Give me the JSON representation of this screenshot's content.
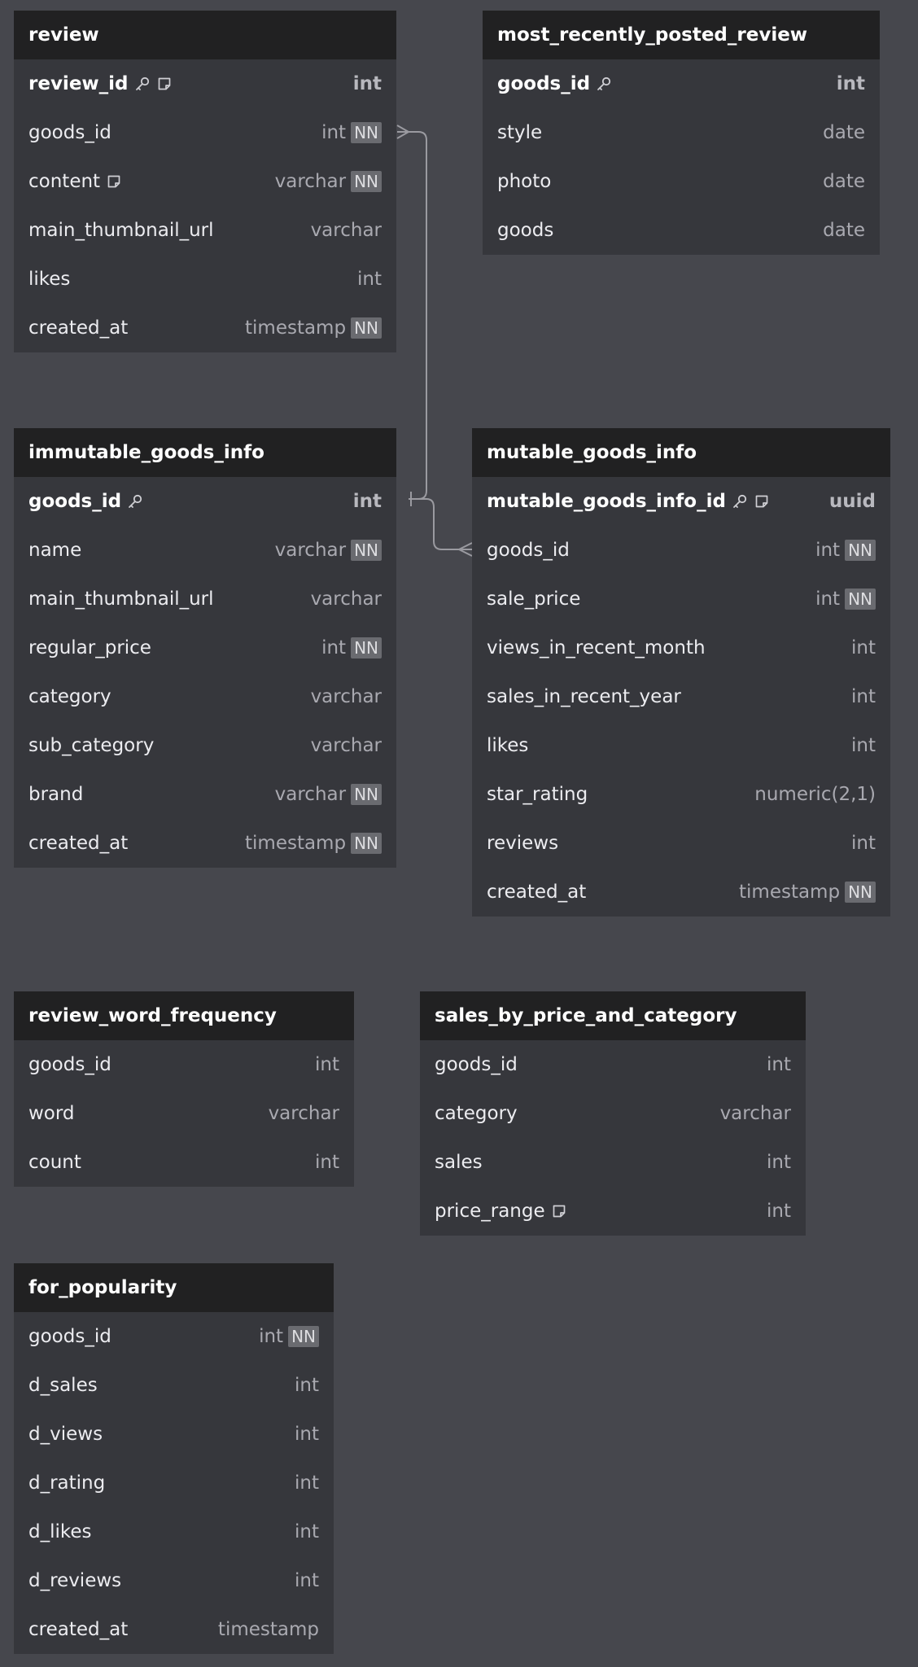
{
  "tables": [
    {
      "id": "review",
      "name": "review",
      "columns": [
        {
          "name": "review_id",
          "type": "int",
          "pk": true,
          "note": true
        },
        {
          "name": "goods_id",
          "type": "int",
          "nn": "NN"
        },
        {
          "name": "content",
          "type": "varchar",
          "nn": "NN",
          "note": true
        },
        {
          "name": "main_thumbnail_url",
          "type": "varchar"
        },
        {
          "name": "likes",
          "type": "int"
        },
        {
          "name": "created_at",
          "type": "timestamp",
          "nn": "NN"
        }
      ]
    },
    {
      "id": "most_recently_posted_review",
      "name": "most_recently_posted_review",
      "columns": [
        {
          "name": "goods_id",
          "type": "int",
          "pk": true
        },
        {
          "name": "style",
          "type": "date"
        },
        {
          "name": "photo",
          "type": "date"
        },
        {
          "name": "goods",
          "type": "date"
        }
      ]
    },
    {
      "id": "immutable_goods_info",
      "name": "immutable_goods_info",
      "columns": [
        {
          "name": "goods_id",
          "type": "int",
          "pk": true
        },
        {
          "name": "name",
          "type": "varchar",
          "nn": "NN"
        },
        {
          "name": "main_thumbnail_url",
          "type": "varchar"
        },
        {
          "name": "regular_price",
          "type": "int",
          "nn": "NN"
        },
        {
          "name": "category",
          "type": "varchar"
        },
        {
          "name": "sub_category",
          "type": "varchar"
        },
        {
          "name": "brand",
          "type": "varchar",
          "nn": "NN"
        },
        {
          "name": "created_at",
          "type": "timestamp",
          "nn": "NN"
        }
      ]
    },
    {
      "id": "mutable_goods_info",
      "name": "mutable_goods_info",
      "columns": [
        {
          "name": "mutable_goods_info_id",
          "type": "uuid",
          "pk": true,
          "note": true
        },
        {
          "name": "goods_id",
          "type": "int",
          "nn": "NN"
        },
        {
          "name": "sale_price",
          "type": "int",
          "nn": "NN"
        },
        {
          "name": "views_in_recent_month",
          "type": "int"
        },
        {
          "name": "sales_in_recent_year",
          "type": "int"
        },
        {
          "name": "likes",
          "type": "int"
        },
        {
          "name": "star_rating",
          "type": "numeric(2,1)"
        },
        {
          "name": "reviews",
          "type": "int"
        },
        {
          "name": "created_at",
          "type": "timestamp",
          "nn": "NN"
        }
      ]
    },
    {
      "id": "review_word_frequency",
      "name": "review_word_frequency",
      "columns": [
        {
          "name": "goods_id",
          "type": "int"
        },
        {
          "name": "word",
          "type": "varchar"
        },
        {
          "name": "count",
          "type": "int"
        }
      ]
    },
    {
      "id": "sales_by_price_and_category",
      "name": "sales_by_price_and_category",
      "columns": [
        {
          "name": "goods_id",
          "type": "int"
        },
        {
          "name": "category",
          "type": "varchar"
        },
        {
          "name": "sales",
          "type": "int"
        },
        {
          "name": "price_range",
          "type": "int",
          "note": true
        }
      ]
    },
    {
      "id": "for_popularity",
      "name": "for_popularity",
      "columns": [
        {
          "name": "goods_id",
          "type": "int",
          "nn": "NN"
        },
        {
          "name": "d_sales",
          "type": "int"
        },
        {
          "name": "d_views",
          "type": "int"
        },
        {
          "name": "d_rating",
          "type": "int"
        },
        {
          "name": "d_likes",
          "type": "int"
        },
        {
          "name": "d_reviews",
          "type": "int"
        },
        {
          "name": "created_at",
          "type": "timestamp"
        }
      ]
    }
  ],
  "relations": [
    {
      "from": "immutable_goods_info.goods_id",
      "from_cardinality": "one",
      "to": "review.goods_id",
      "to_cardinality": "many"
    },
    {
      "from": "immutable_goods_info.goods_id",
      "from_cardinality": "one",
      "to": "mutable_goods_info.goods_id",
      "to_cardinality": "many"
    }
  ],
  "colors": {
    "canvas": "#46474d",
    "table_header": "#212122",
    "table_body": "#36373c",
    "badge": "#6a6b70",
    "relation_line": "#9a9aa0"
  },
  "icons": {
    "primary_key": "key-icon",
    "note": "note-icon"
  }
}
